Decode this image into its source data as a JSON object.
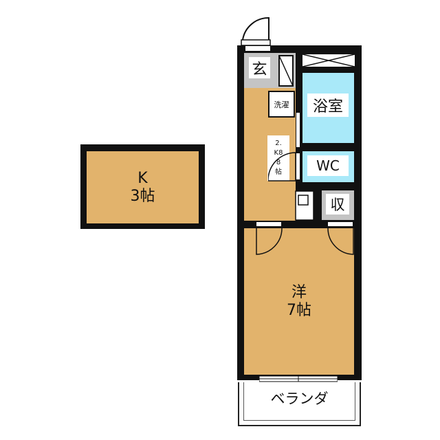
{
  "rooms": {
    "kitchen_annex": {
      "name": "K",
      "size": "3帖"
    },
    "entrance": {
      "name": "玄"
    },
    "laundry": {
      "name": "洗濯"
    },
    "bath": {
      "name": "浴室"
    },
    "wc": {
      "name": "WC"
    },
    "storage": {
      "name": "収"
    },
    "kitchen": {
      "line1": "2.",
      "line2": "K8",
      "line3": "8",
      "line4": "帖"
    },
    "western": {
      "name": "洋",
      "size": "7帖"
    },
    "balcony": {
      "name": "ベランダ"
    }
  },
  "colors": {
    "floor": "#E2B36C",
    "wet": "#A9E9F9",
    "entrance": "#C4C4C4",
    "wall": "#111111"
  }
}
